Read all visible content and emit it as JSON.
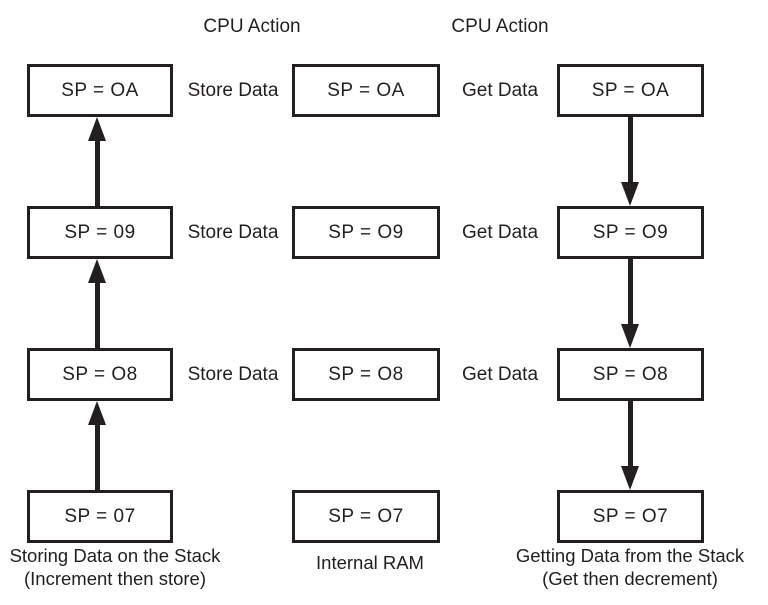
{
  "colors": {
    "ink": "#231f20",
    "background": "#ffffff"
  },
  "titles": {
    "left_cpu_action": "CPU Action",
    "right_cpu_action": "CPU Action"
  },
  "stack_store": {
    "boxes": [
      "SP = OA",
      "SP = 09",
      "SP = O8",
      "SP = 07"
    ],
    "caption_line1": "Storing Data on the Stack",
    "caption_line2": "(Increment then store)"
  },
  "ram": {
    "boxes": [
      "SP = OA",
      "SP = O9",
      "SP = O8",
      "SP = O7"
    ],
    "caption": "Internal RAM"
  },
  "stack_get": {
    "boxes": [
      "SP = OA",
      "SP = O9",
      "SP = O8",
      "SP = O7"
    ],
    "caption_line1": "Getting Data from the Stack",
    "caption_line2": "(Get then decrement)"
  },
  "cpu_actions": {
    "store": [
      "Store Data",
      "Store Data",
      "Store Data"
    ],
    "get": [
      "Get Data",
      "Get Data",
      "Get Data"
    ]
  }
}
